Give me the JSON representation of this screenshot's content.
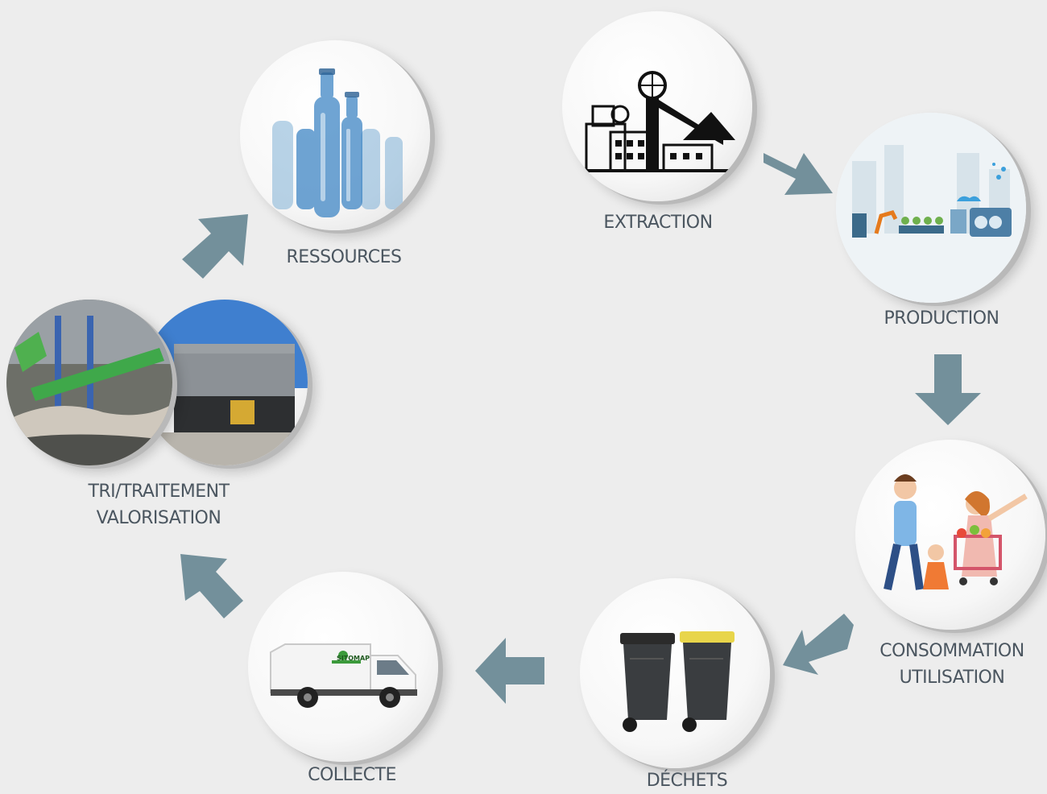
{
  "stages": {
    "ressources": {
      "label": "RESSOURCES",
      "icon": "plastic-bottles-icon"
    },
    "extraction": {
      "label": "EXTRACTION",
      "icon": "mine-headframe-icon"
    },
    "production": {
      "label": "PRODUCTION",
      "icon": "factory-line-icon"
    },
    "consommation": {
      "line1": "CONSOMMATION",
      "line2": "UTILISATION",
      "icon": "family-shopping-icon"
    },
    "dechets": {
      "label": "DÉCHETS",
      "icon": "waste-bins-icon"
    },
    "collecte": {
      "label": "COLLECTE",
      "icon": "garbage-truck-icon",
      "truck_text": "SITOMAP"
    },
    "tri": {
      "line1": "TRI/TRAITEMENT",
      "line2": "VALORISATION",
      "icon": "sorting-plant-icon"
    }
  },
  "colors": {
    "background": "#ededed",
    "arrow": "#73909b",
    "label": "#4b5660"
  }
}
